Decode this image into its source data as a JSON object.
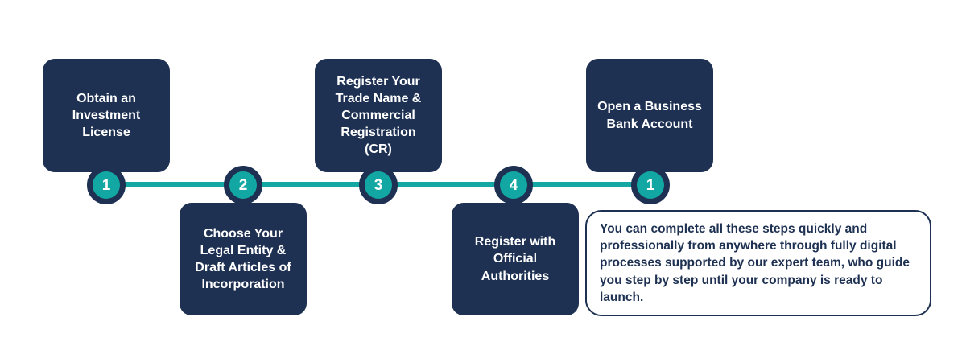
{
  "colors": {
    "navy": "#1e3152",
    "teal": "#12a7a2",
    "text_on_navy": "#ffffff",
    "background": "#ffffff"
  },
  "timeline": {
    "steps": [
      {
        "number": "1",
        "label": "Obtain an\nInvestment\nLicense",
        "position": "top"
      },
      {
        "number": "2",
        "label": "Choose Your\nLegal Entity &\nDraft Articles of\nIncorporation",
        "position": "bottom"
      },
      {
        "number": "3",
        "label": "Register Your\nTrade Name &\nCommercial\nRegistration\n(CR)",
        "position": "top"
      },
      {
        "number": "4",
        "label": "Register with\nOfficial\nAuthorities",
        "position": "bottom"
      },
      {
        "number": "1",
        "label": "Open a Business\nBank Account",
        "position": "top"
      }
    ]
  },
  "note": {
    "text": "You can complete all these steps quickly and professionally from anywhere through fully digital processes supported by our expert team, who guide you step by step until your company is ready to launch."
  }
}
